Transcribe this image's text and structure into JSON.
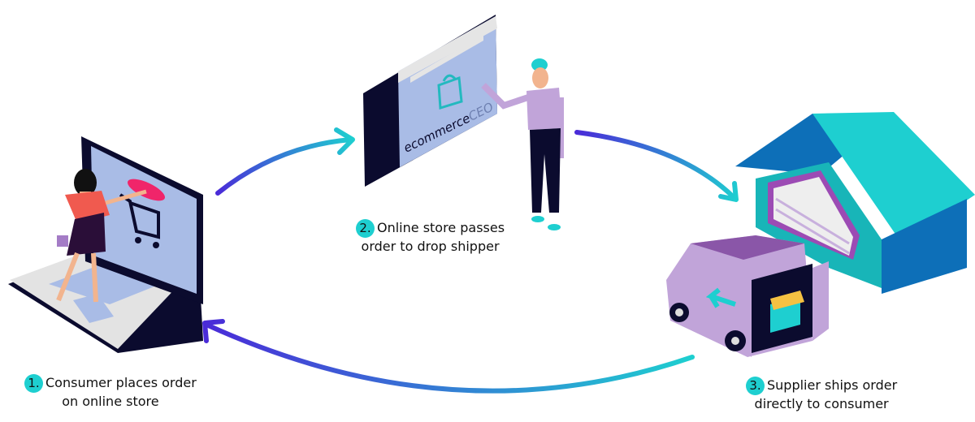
{
  "steps": [
    {
      "number": "1.",
      "line1": "Consumer places order",
      "line2": "on online store"
    },
    {
      "number": "2.",
      "line1": "Online store passes",
      "line2": "order to drop shipper"
    },
    {
      "number": "3.",
      "line1": "Supplier ships order",
      "line2": "directly to consumer"
    }
  ],
  "logo_text": "ecommerceCEO",
  "colors": {
    "accent_teal": "#1ecfd0",
    "accent_purple": "#4a2bd8",
    "screen_blue": "#a9bce6",
    "dark_navy": "#0b0b2e",
    "van_purple": "#8a56a8",
    "warehouse_blue": "#0d6fb8"
  }
}
